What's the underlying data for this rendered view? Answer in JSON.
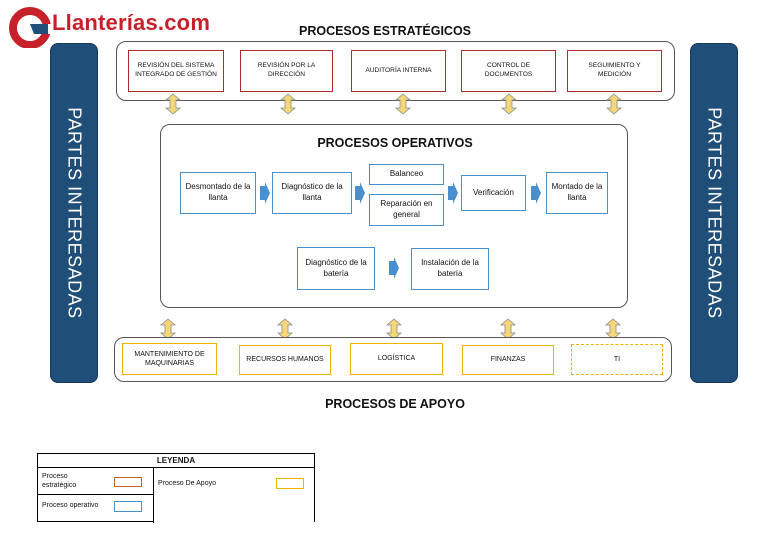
{
  "logo": {
    "text": "Llanterías.com",
    "color": "#c8202a"
  },
  "stakeholders": {
    "left": "PARTES INTERESADAS",
    "right": "PARTES INTERESADAS"
  },
  "strategic": {
    "title": "PROCESOS ESTRATÉGICOS",
    "items": [
      "REVISIÓN DEL SISTEMA INTEGRADO DE GESTIÓN",
      "REVISIÓN POR LA DIRECCIÓN",
      "AUDITORÍA INTERNA",
      "CONTROL DE DOCUMENTOS",
      "SEGUIMIENTO Y MEDICIÓN"
    ]
  },
  "operative": {
    "title": "PROCESOS OPERATIVOS",
    "items": {
      "desmontado": "Desmontado de la llanta",
      "diagnostico_llanta": "Diagnóstico de la llanta",
      "balanceo": "Balanceo",
      "reparacion": "Reparación en general",
      "verificacion": "Verificación",
      "montado": "Montado de la llanta",
      "diagnostico_bateria": "Diagnóstico de la batería",
      "instalacion_bateria": "Instalación de la batería"
    }
  },
  "support": {
    "title": "PROCESOS DE APOYO",
    "items": [
      "MANTENIMIENTO DE MAQUINARIAS",
      "RECURSOS HUMANOS",
      "LOGÍSTICA",
      "FINANZAS",
      "TI"
    ]
  },
  "legend": {
    "title": "LEYENDA",
    "strategic": "Proceso estratégico",
    "operative": "Proceso operativo",
    "support": "Proceso De Apoyo"
  },
  "colors": {
    "stakeholder_bg": "#1f4e79",
    "strategic_border": "#b02a2a",
    "operative_border": "#4a8fd0",
    "support_border": "#f0b400",
    "arrow_fill": "#f5d77a",
    "flow_arrow": "#4a8fd0"
  }
}
